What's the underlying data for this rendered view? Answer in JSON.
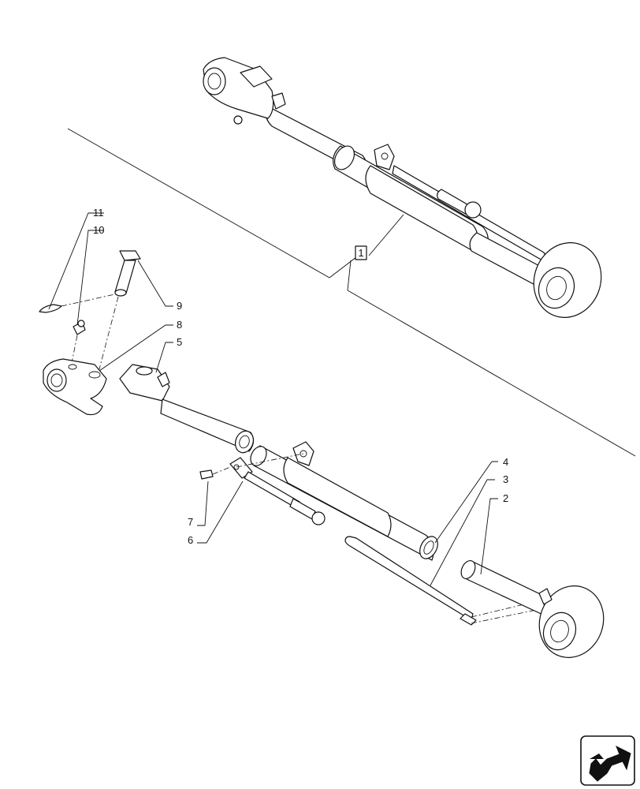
{
  "callouts": {
    "c1": "1",
    "c2": "2",
    "c3": "3",
    "c4": "4",
    "c5": "5",
    "c6": "6",
    "c7": "7",
    "c8": "8",
    "c9": "9",
    "c10": "10",
    "c11": "11"
  },
  "icons": {
    "corner": "navigation-arrow-icon"
  }
}
